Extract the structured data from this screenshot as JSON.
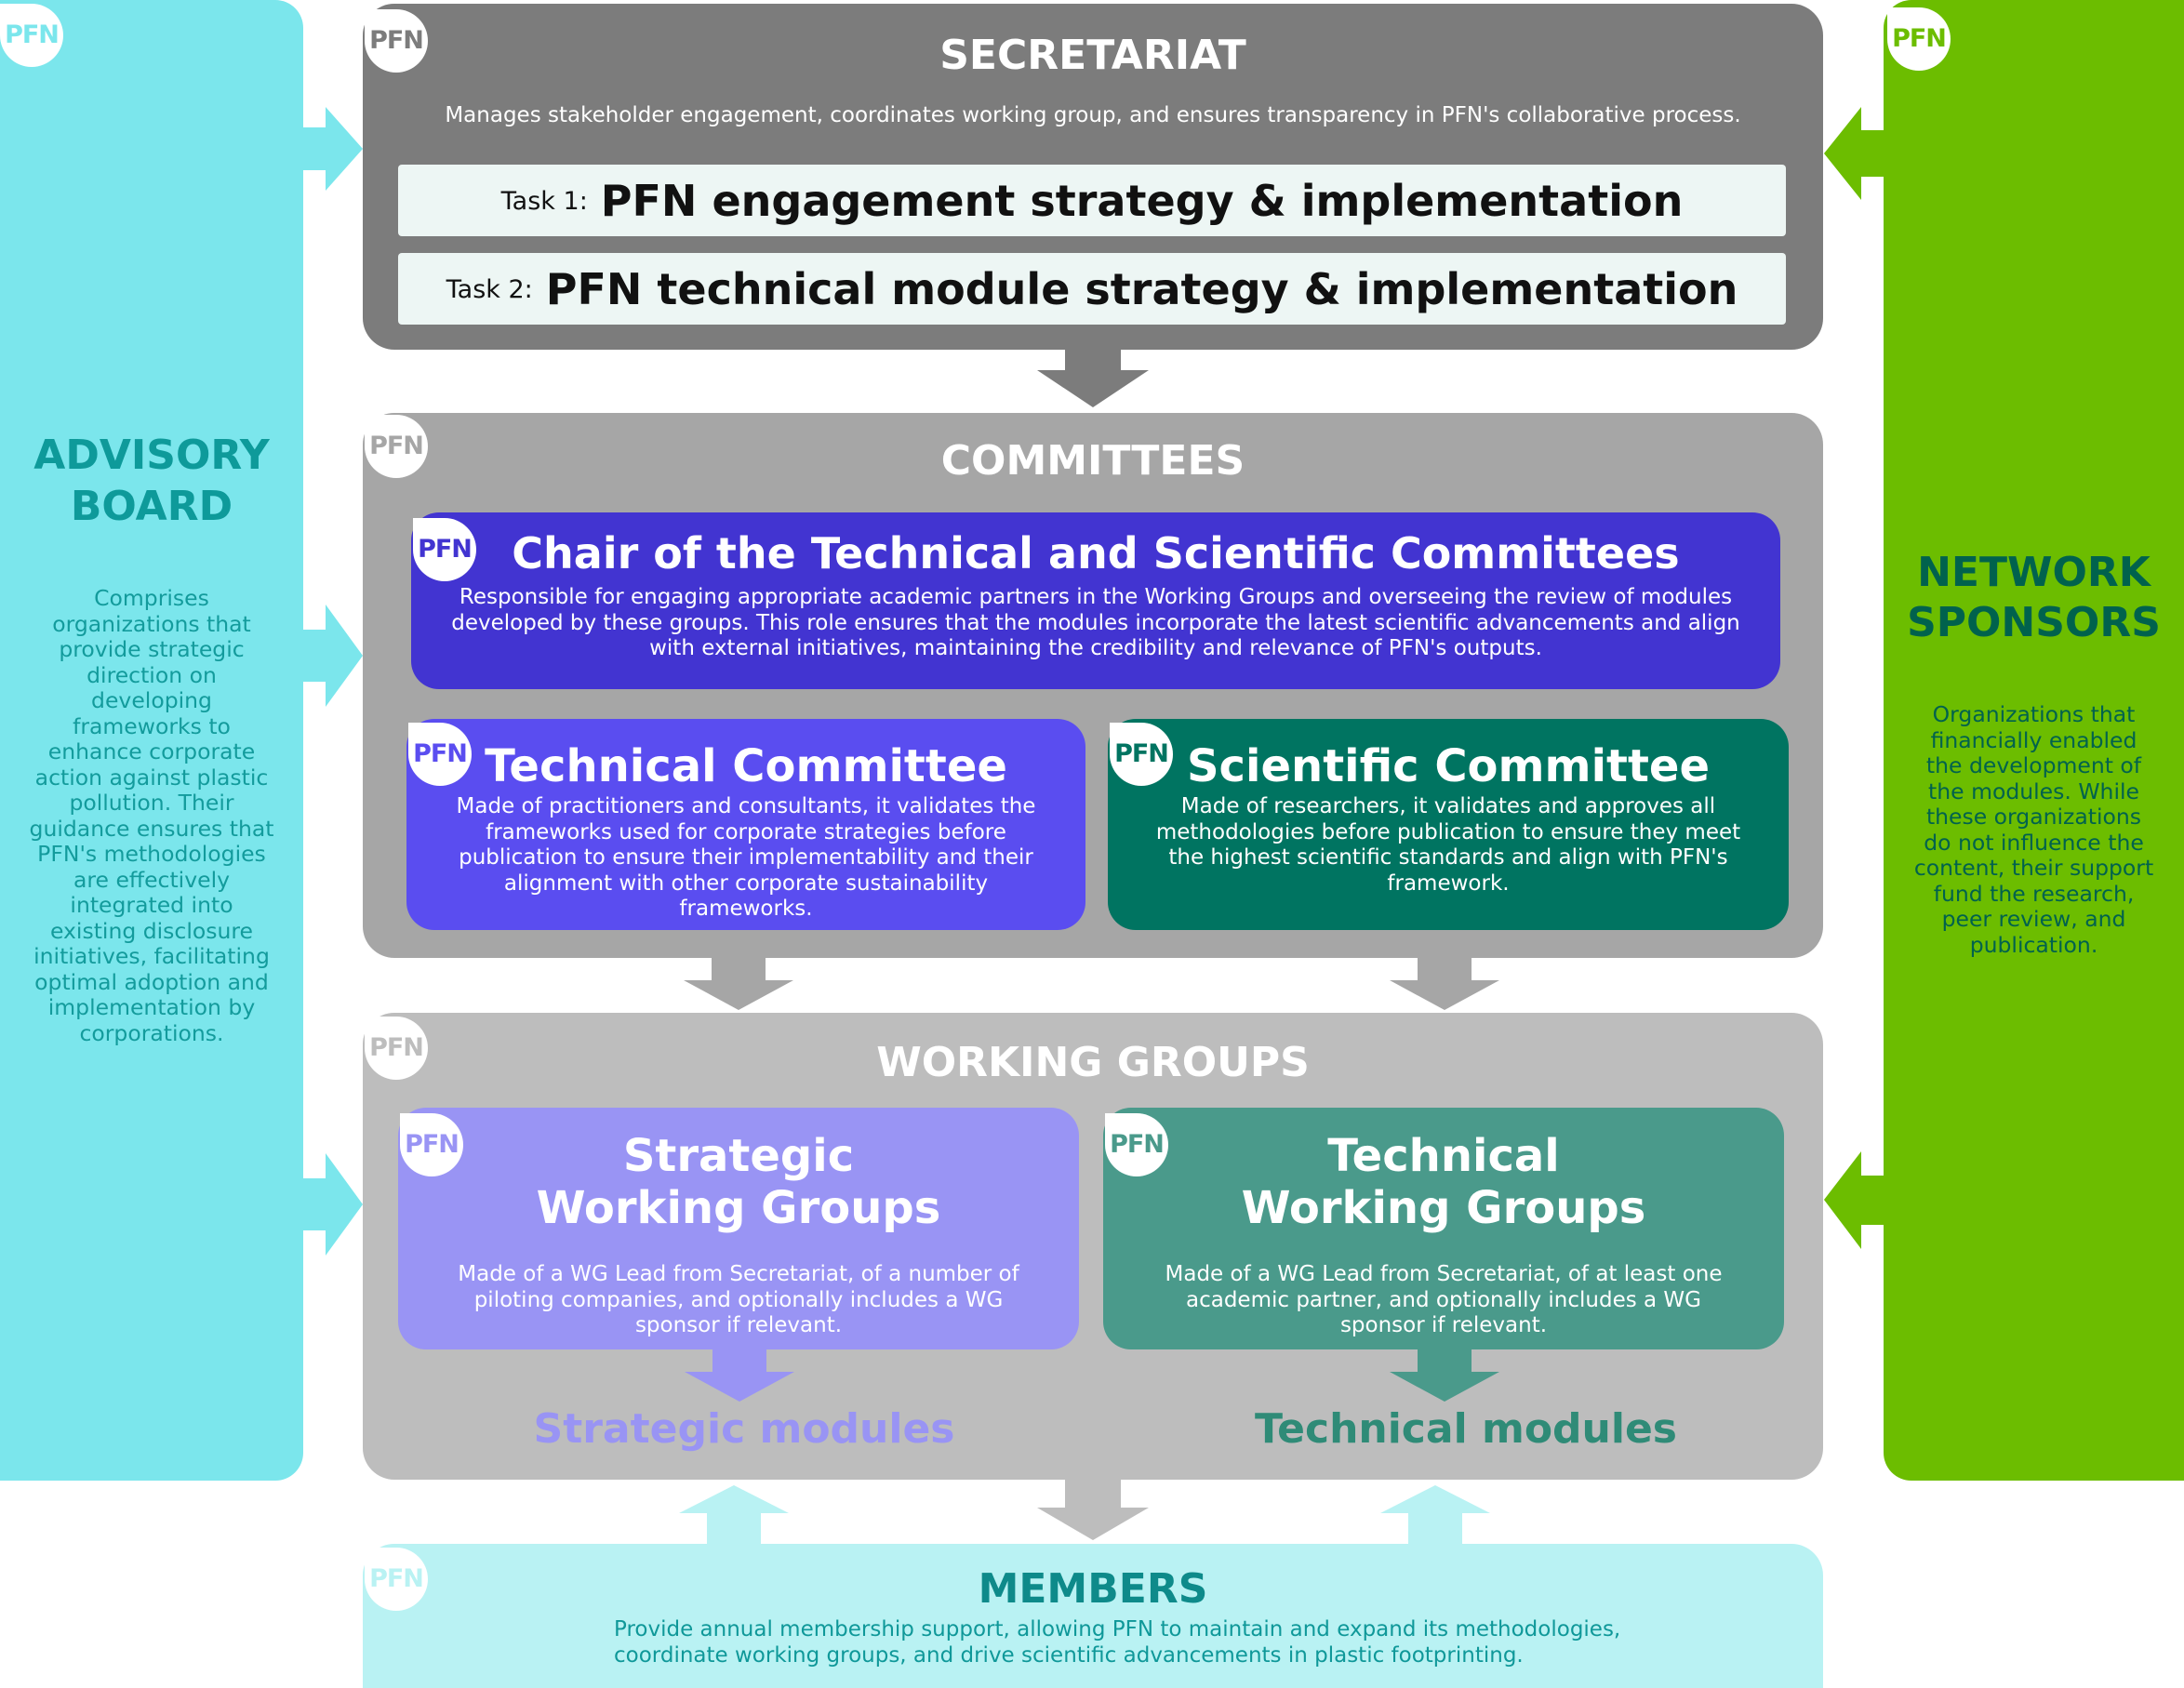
{
  "logo_text": "PFN",
  "advisory_board": {
    "title_line1": "ADVISORY",
    "title_line2": "BOARD",
    "description": "Comprises organizations that provide strategic direction on developing frameworks to enhance corporate action against plastic pollution. Their guidance ensures that PFN's methodologies are effectively integrated into existing disclosure initiatives, facilitating optimal adoption and implementation by corporations.",
    "color": "#7be6ec"
  },
  "network_sponsors": {
    "title_line1": "NETWORK",
    "title_line2": "SPONSORS",
    "description": "Organizations that financially enabled the development of the modules. While these organizations do not influence the content, their support fund the research, peer review, and publication.",
    "color": "#6cbd00"
  },
  "secretariat": {
    "title": "SECRETARIAT",
    "description": "Manages stakeholder engagement, coordinates working group, and ensures transparency in PFN's collaborative process.",
    "tasks": [
      {
        "label": "Task 1:",
        "text": "PFN engagement strategy & implementation"
      },
      {
        "label": "Task 2:",
        "text": "PFN technical module strategy & implementation"
      }
    ],
    "color": "#7c7c7c"
  },
  "committees": {
    "title": "COMMITTEES",
    "chair": {
      "title": "Chair of the Technical and Scientific Committees",
      "description": "Responsible for engaging appropriate academic partners in the Working Groups and overseeing the review of modules developed by these groups. This role ensures that the modules incorporate the latest scientific advancements and align with external initiatives, maintaining the credibility and relevance of PFN's outputs.",
      "color": "#4234d1"
    },
    "technical": {
      "title": "Technical Committee",
      "description": "Made of practitioners and consultants, it validates the frameworks used for corporate strategies before publication to ensure their implementability and their alignment with other corporate sustainability frameworks.",
      "color": "#5a4df0"
    },
    "scientific": {
      "title": "Scientific Committee",
      "description": "Made of researchers, it validates and approves all methodologies before publication to ensure they meet the highest scientific standards and align with PFN's framework.",
      "color": "#007461"
    }
  },
  "working_groups": {
    "title": "WORKING GROUPS",
    "strategic": {
      "title_line1": "Strategic",
      "title_line2": "Working Groups",
      "description": "Made of a WG Lead from Secretariat, of a number of piloting companies, and optionally includes a WG sponsor if relevant.",
      "module": "Strategic modules",
      "color": "#9994f4"
    },
    "technical": {
      "title_line1": "Technical",
      "title_line2": "Working Groups",
      "description": "Made of a WG Lead from Secretariat, of at least one academic partner, and optionally includes a WG sponsor if relevant.",
      "module": "Technical modules",
      "color": "#4a9a8b"
    }
  },
  "members": {
    "title": "MEMBERS",
    "description_line1": "Provide annual membership support, allowing PFN to maintain and expand its methodologies,",
    "description_line2": "coordinate working groups, and drive scientific advancements in plastic footprinting.",
    "color": "#b9f2f3"
  }
}
